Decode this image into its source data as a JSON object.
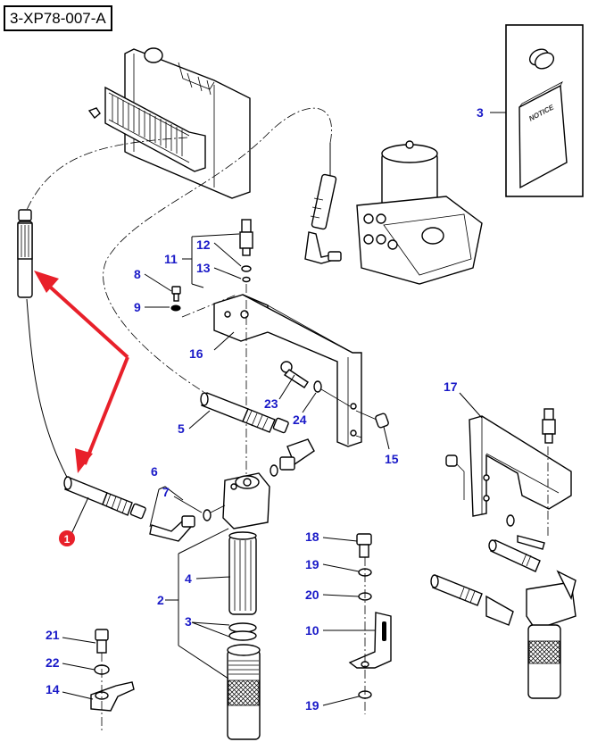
{
  "diagram": {
    "reference_code": "3-XP78-007-A",
    "highlight_badge": "1",
    "highlight_color": "#e8202a",
    "callout_color": "#1a1ac8",
    "notice_label": "NOTICE",
    "callouts": [
      {
        "id": "c3-kit",
        "label": "3"
      },
      {
        "id": "c11",
        "label": "11"
      },
      {
        "id": "c12",
        "label": "12"
      },
      {
        "id": "c13",
        "label": "13"
      },
      {
        "id": "c8",
        "label": "8"
      },
      {
        "id": "c9",
        "label": "9"
      },
      {
        "id": "c16",
        "label": "16"
      },
      {
        "id": "c23",
        "label": "23"
      },
      {
        "id": "c24",
        "label": "24"
      },
      {
        "id": "c5",
        "label": "5"
      },
      {
        "id": "c15",
        "label": "15"
      },
      {
        "id": "c17",
        "label": "17"
      },
      {
        "id": "c6",
        "label": "6"
      },
      {
        "id": "c7",
        "label": "7"
      },
      {
        "id": "c2",
        "label": "2"
      },
      {
        "id": "c4",
        "label": "4"
      },
      {
        "id": "c3-rings",
        "label": "3"
      },
      {
        "id": "c18",
        "label": "18"
      },
      {
        "id": "c19-top",
        "label": "19"
      },
      {
        "id": "c20",
        "label": "20"
      },
      {
        "id": "c10",
        "label": "10"
      },
      {
        "id": "c19-bottom",
        "label": "19"
      },
      {
        "id": "c21",
        "label": "21"
      },
      {
        "id": "c22",
        "label": "22"
      },
      {
        "id": "c14",
        "label": "14"
      }
    ]
  }
}
